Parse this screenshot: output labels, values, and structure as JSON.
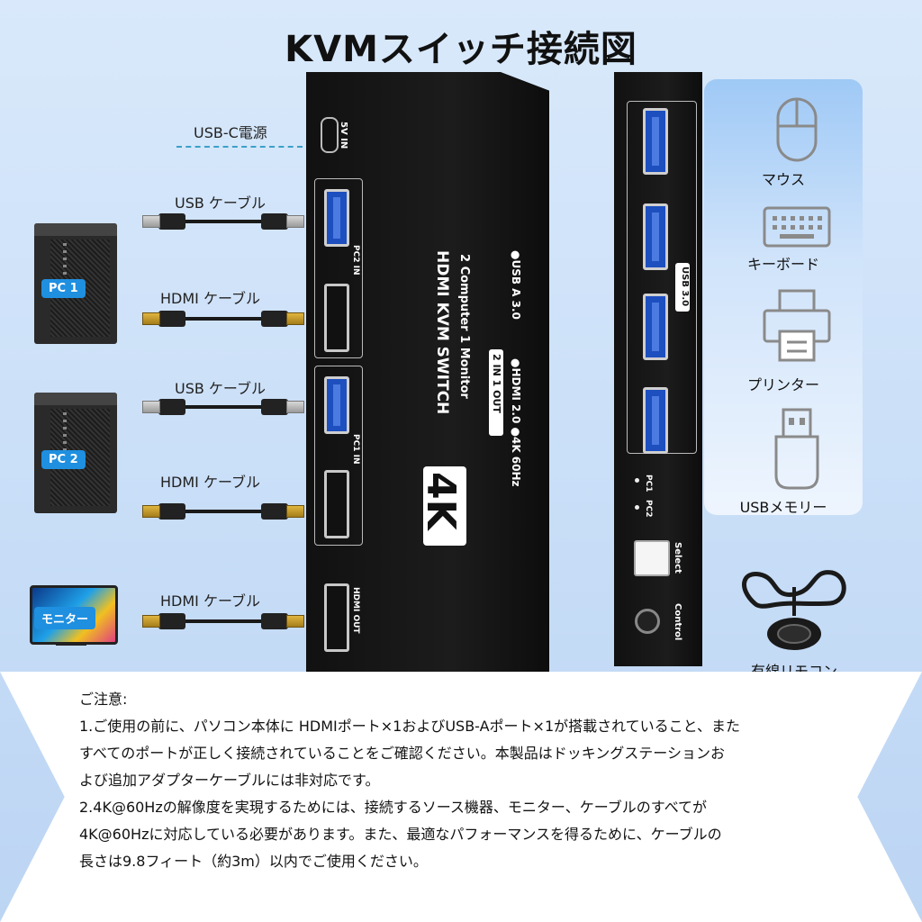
{
  "title": "KVMスイッチ接続図",
  "left": {
    "usbc_label": "USB-C電源",
    "cables": [
      {
        "label": "USB ケーブル",
        "type": "usb"
      },
      {
        "label": "HDMI ケーブル",
        "type": "hdmi"
      },
      {
        "label": "USB ケーブル",
        "type": "usb"
      },
      {
        "label": "HDMI ケーブル",
        "type": "hdmi"
      },
      {
        "label": "HDMI ケーブル",
        "type": "hdmi"
      }
    ],
    "pc1": "PC 1",
    "pc2": "PC 2",
    "monitor": "モニター"
  },
  "device": {
    "power": "5V IN",
    "pc2_in": "PC2 IN",
    "pc1_in": "PC1 IN",
    "hdmi_out": "HDMI OUT",
    "badge_4k": "4K",
    "line1": "HDMI  KVM SWITCH",
    "line2": "2 Computer 1 Monitor",
    "spec1": "2 IN 1 OUT",
    "spec2": "●HDMI 2.0  ●4K 60Hz",
    "spec3": "●USB A 3.0"
  },
  "side": {
    "usb30": "USB 3.0",
    "pc1": "PC1",
    "pc2": "PC2",
    "select": "Select",
    "control": "Control"
  },
  "peripherals": [
    "マウス",
    "キーボード",
    "プリンター",
    "USBメモリー"
  ],
  "remote_label": "有線リモコン",
  "notes": {
    "heading": "ご注意:",
    "lines": [
      "1.ご使用の前に、パソコン本体に HDMIポート×1およびUSB-Aポート×1が搭載されていること、また",
      "すべてのポートが正しく接続されていることをご確認ください。本製品はドッキングステーションお",
      "よび追加アダプターケーブルには非対応です。",
      "2.4K@60Hzの解像度を実現するためには、接続するソース機器、モニター、ケーブルのすべてが",
      "4K@60Hzに対応している必要があります。また、最適なパフォーマンスを得るために、ケーブルの",
      "長さは9.8フィート（約3m）以内でご使用ください。"
    ]
  },
  "colors": {
    "accent": "#1f8fe0",
    "device": "#111111",
    "usb_blue": "#1e4fbf"
  }
}
